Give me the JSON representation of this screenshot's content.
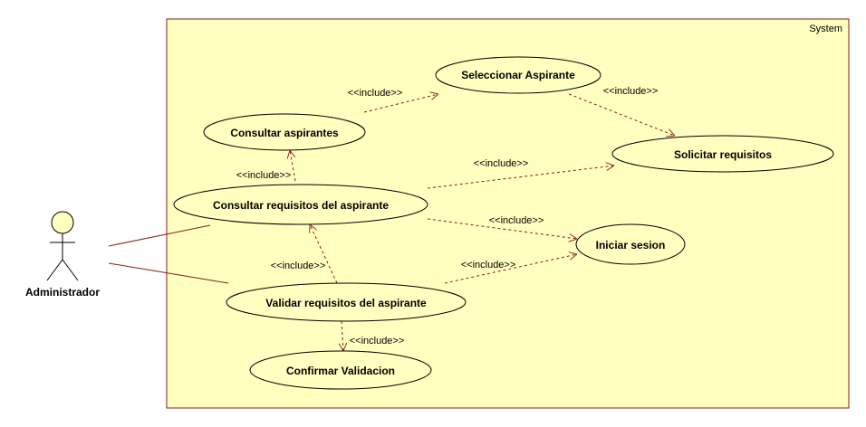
{
  "colors": {
    "boundary_fill": "#ffffc0",
    "boundary_stroke": "#8b1a1a",
    "element_stroke": "#000000",
    "dependency_stroke": "#8b1a1a",
    "actor_fill": "#ffffc0"
  },
  "system": {
    "label": "System"
  },
  "actor": {
    "label": "Administrador"
  },
  "use_cases": {
    "seleccionar_aspirante": "Seleccionar Aspirante",
    "consultar_aspirantes": "Consultar aspirantes",
    "solicitar_requisitos": "Solicitar requisitos",
    "consultar_requisitos": "Consultar requisitos del aspirante",
    "iniciar_sesion": "Iniciar sesion",
    "validar_requisitos": "Validar requisitos del aspirante",
    "confirmar_validacion": "Confirmar Validacion"
  },
  "relations": {
    "include_1": "<<include>>",
    "include_2": "<<include>>",
    "include_3": "<<include>>",
    "include_4": "<<include>>",
    "include_5": "<<include>>",
    "include_6": "<<include>>",
    "include_7": "<<include>>",
    "include_8": "<<include>>"
  }
}
